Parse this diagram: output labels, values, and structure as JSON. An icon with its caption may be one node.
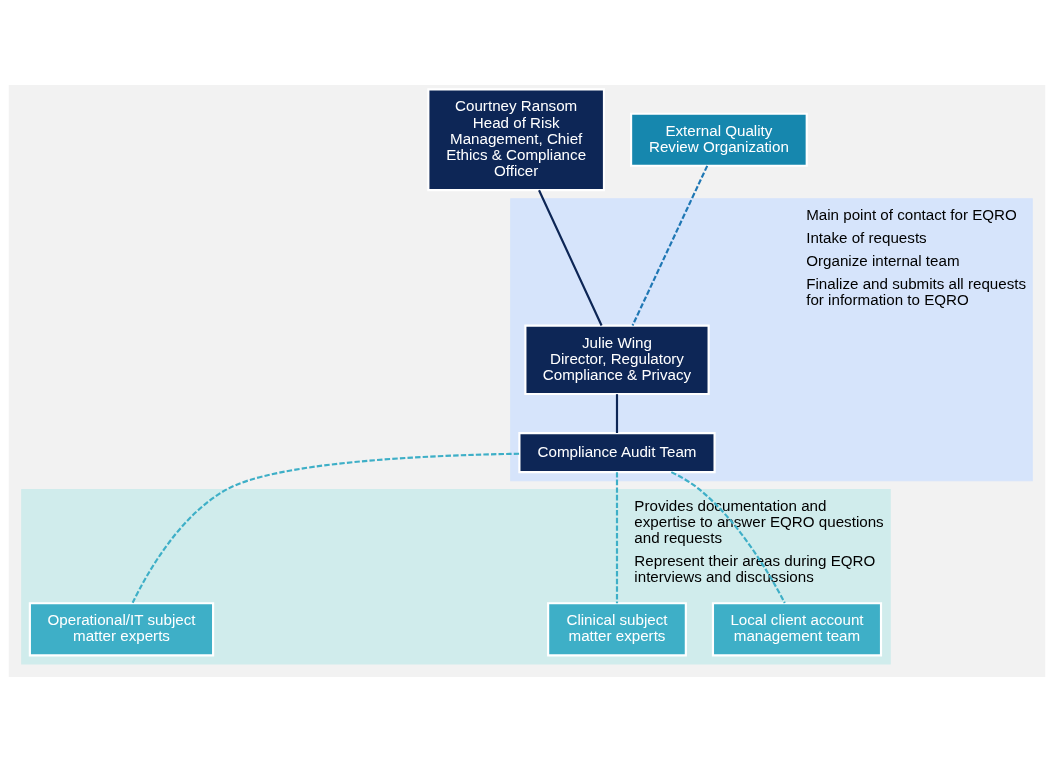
{
  "diagram": {
    "nodes": [
      {
        "text": [
          "Courtney Ransom",
          "Head of Risk Management, Chief Ethics & Compliance Officer"
        ]
      },
      {
        "text": [
          "External Quality Review Organization"
        ]
      },
      {
        "text": [
          "Main point of contact for EQRO",
          "Intake of requests",
          "Organize internal team",
          "Finalize and submits all requests for information to EQRO"
        ]
      },
      {
        "text": [
          "Julie Wing",
          "Director, Regulatory Compliance & Privacy"
        ],
        "in": 2
      },
      {
        "text": [
          "Compliance Audit Team"
        ],
        "in": 2
      },
      {
        "text": [
          "Provides documentation and expertise to answer EQRO questions and requests",
          "Represent their areas during EQRO interviews and discussions"
        ]
      },
      {
        "text": [
          "Local client account management team"
        ],
        "in": 5
      },
      {
        "text": [
          "Clinical subject matter experts"
        ],
        "in": 5
      },
      {
        "text": [
          "Operational/IT subject matter experts"
        ],
        "in": 5
      }
    ],
    "edges": [
      {
        "from": 0,
        "to": 3,
        "arrow": "none",
        "color": "#0d2656"
      },
      {
        "from": 1,
        "to": 3,
        "arrow": "none",
        "style": "dashed",
        "color": "#1f77b4"
      },
      {
        "from": 3,
        "to": 4,
        "arrow": "none",
        "color": "#0d2656"
      },
      {
        "from": 4,
        "to": 6,
        "arrow": "none",
        "style": "dashed"
      },
      {
        "from": 4,
        "to": 7,
        "arrow": "none",
        "style": "dashed"
      },
      {
        "from": 4,
        "to": 8,
        "arrow": "none",
        "style": "dashed"
      }
    ]
  }
}
